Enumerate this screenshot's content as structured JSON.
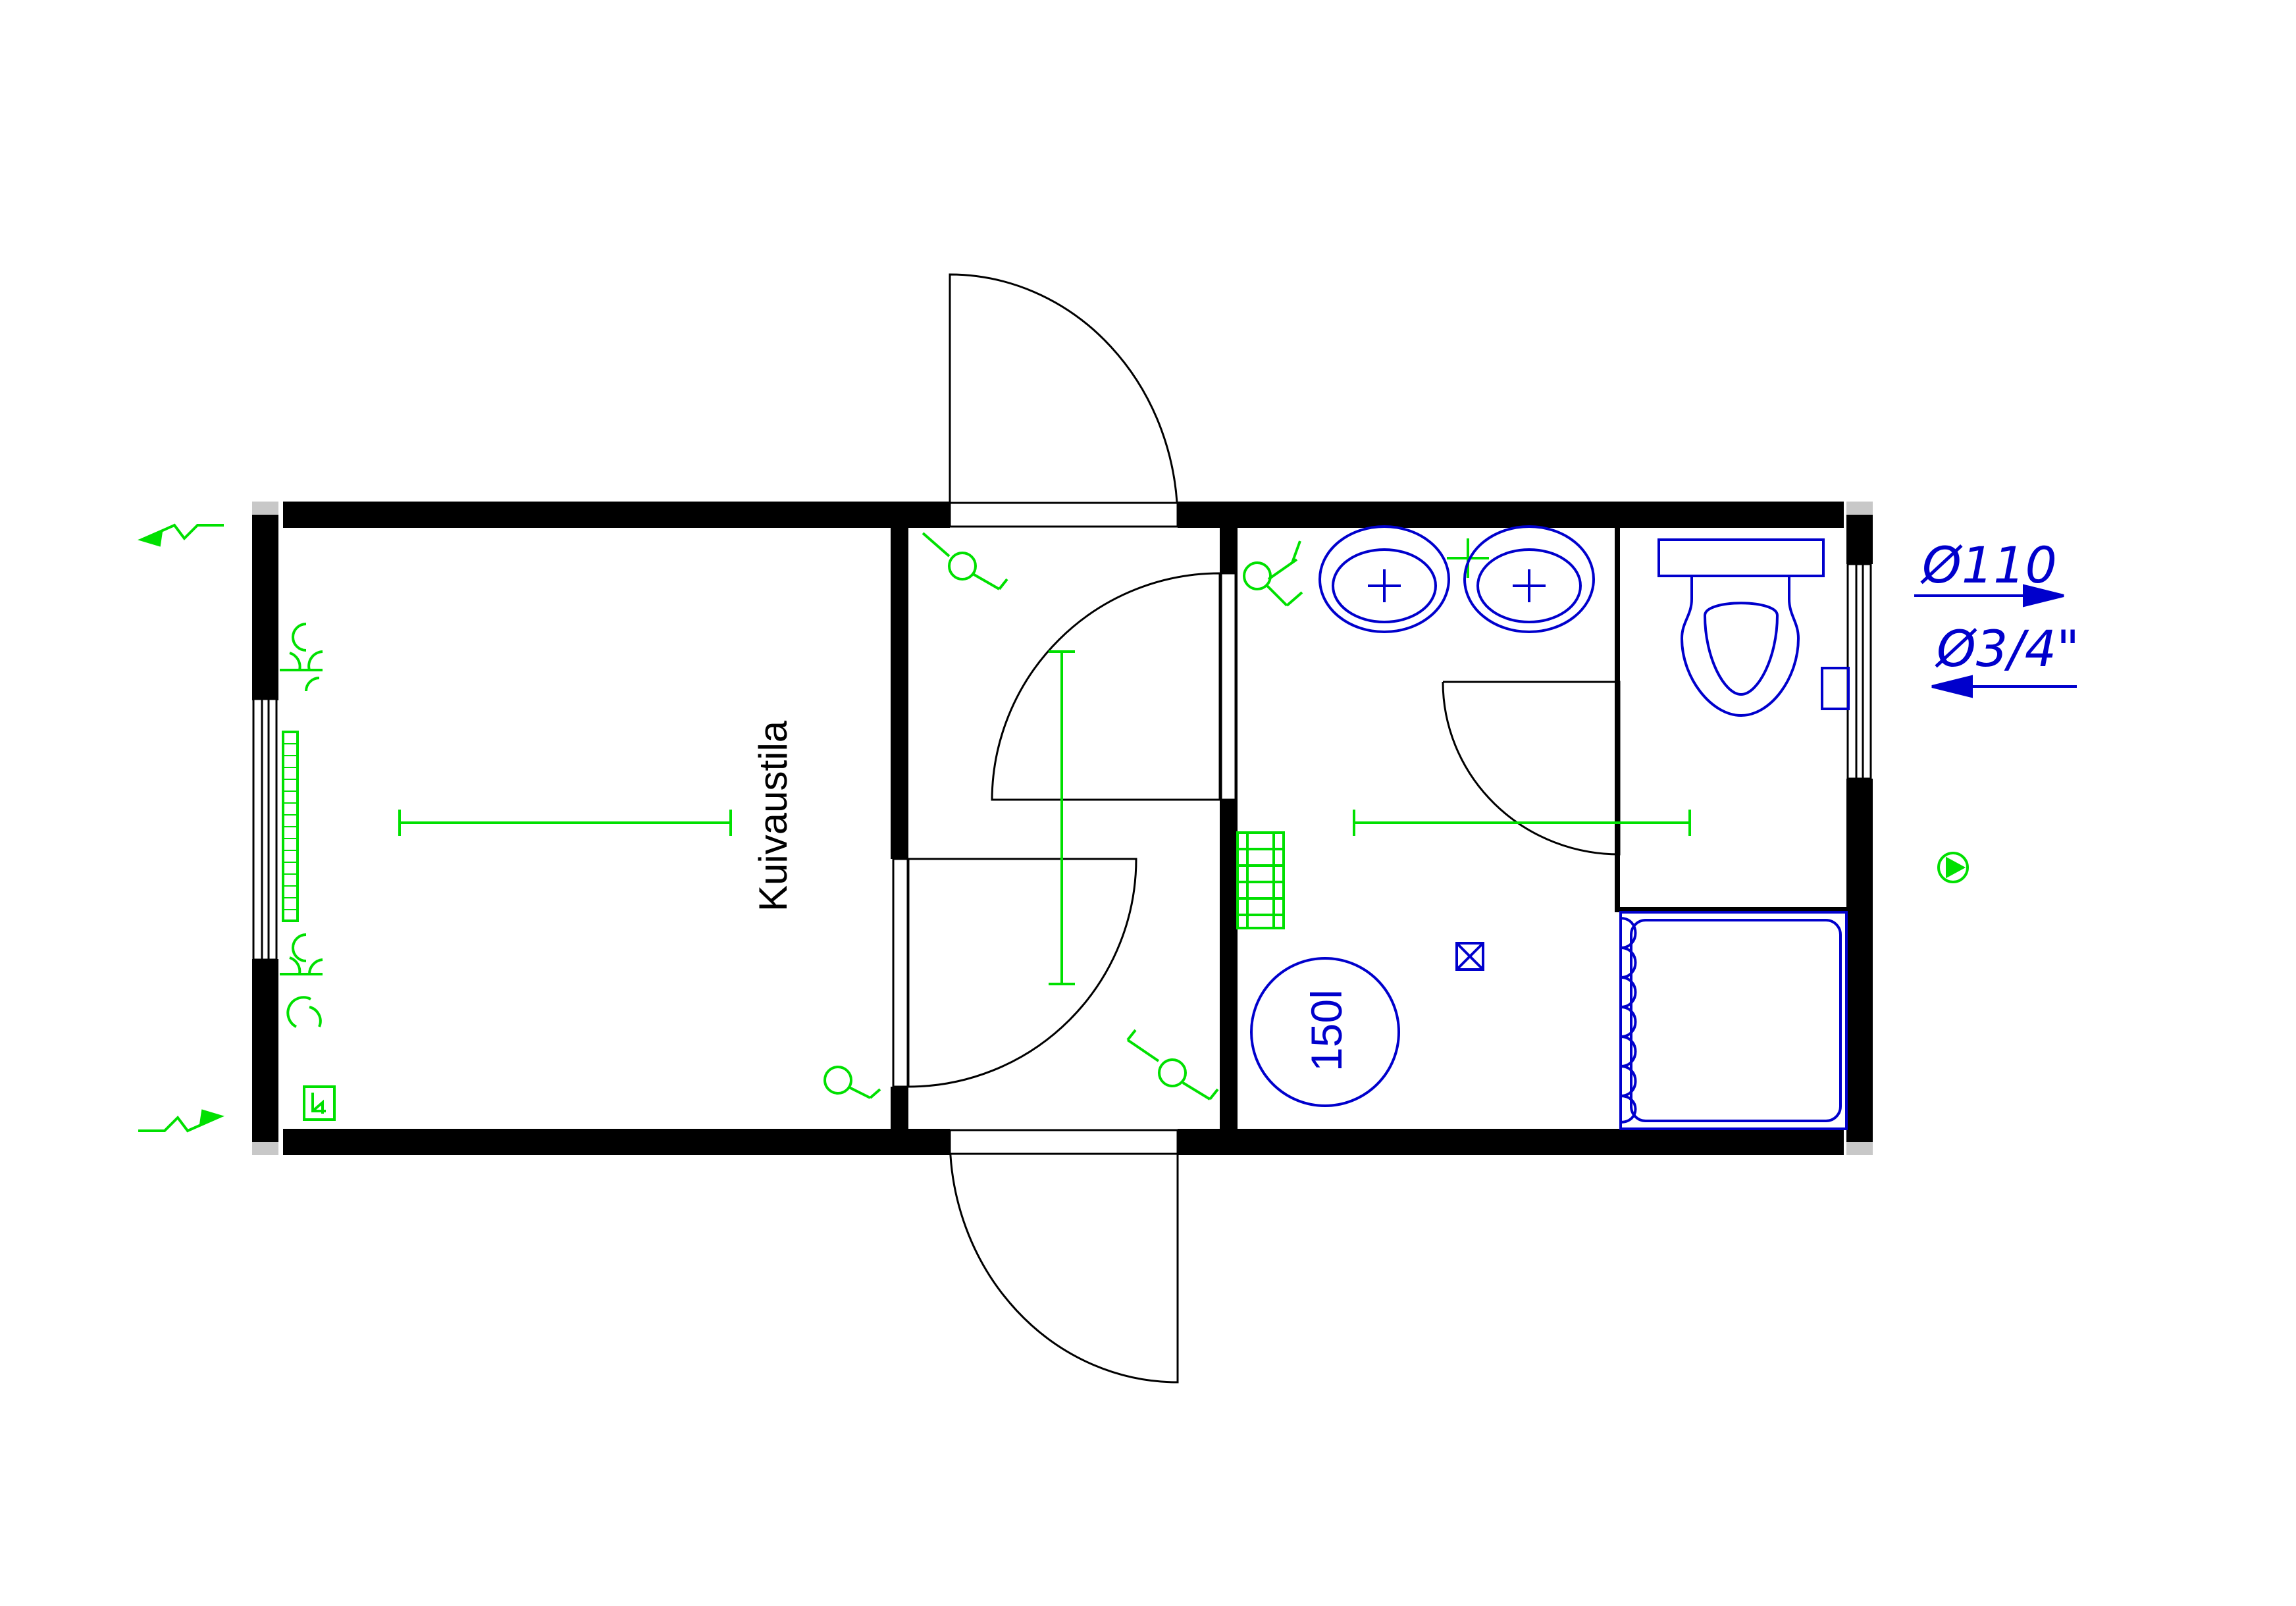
{
  "plan": {
    "room_label": "Kuivaustila",
    "boiler_label": "150l",
    "pipe_out": "Ø110",
    "pipe_in": "Ø3/4\""
  },
  "colors": {
    "walls": "#000000",
    "electrical": "#00e000",
    "plumbing": "#0000cc",
    "glass": "#c8c8c8"
  }
}
